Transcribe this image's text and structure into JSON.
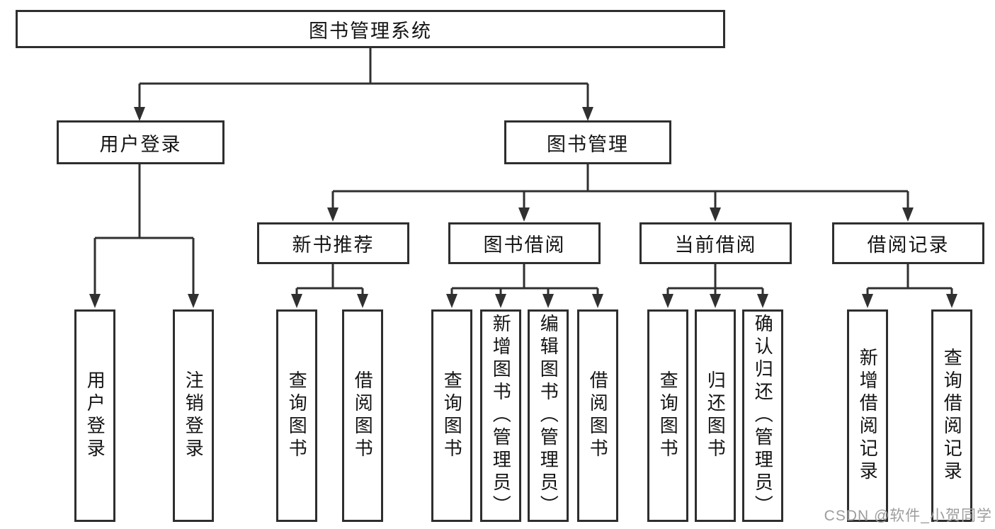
{
  "diagram": {
    "root": {
      "label": "图书管理系统"
    },
    "level2": [
      {
        "label": "用户登录"
      },
      {
        "label": "图书管理"
      }
    ],
    "level3": [
      {
        "label": "新书推荐"
      },
      {
        "label": "图书借阅"
      },
      {
        "label": "当前借阅"
      },
      {
        "label": "借阅记录"
      }
    ],
    "leaves": [
      {
        "label": "用户登录"
      },
      {
        "label": "注销登录"
      },
      {
        "label": "查询图书"
      },
      {
        "label": "借阅图书"
      },
      {
        "label": "查询图书"
      },
      {
        "label": "新增图书（管理员）"
      },
      {
        "label": "编辑图书（管理员）"
      },
      {
        "label": "借阅图书"
      },
      {
        "label": "查询图书"
      },
      {
        "label": "归还图书"
      },
      {
        "label": "确认归还（管理员）"
      },
      {
        "label": "新增借阅记录"
      },
      {
        "label": "查询借阅记录"
      }
    ]
  },
  "watermark": {
    "text": "CSDN @软件_小贺同学"
  },
  "colors": {
    "line": "#303030",
    "border": "#2e2e2e",
    "text": "#141414",
    "background": "#ffffff",
    "watermark": "#9d9d9d"
  }
}
